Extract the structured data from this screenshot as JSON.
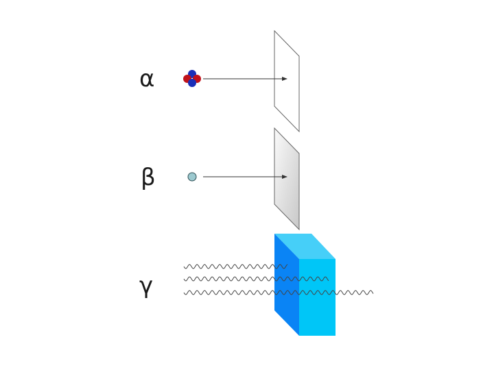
{
  "rows": [
    {
      "symbol": "α",
      "particle": "alpha-particle",
      "barrier": "paper-sheet"
    },
    {
      "symbol": "β",
      "particle": "beta-particle",
      "barrier": "metal-sheet"
    },
    {
      "symbol": "γ",
      "particle": "gamma-rays",
      "barrier": "thick-block"
    }
  ],
  "colors": {
    "proton": "#c0121a",
    "neutron": "#1a2fb8",
    "electron": "#9cc9cf",
    "block_front": "#0a84f5",
    "block_side": "#00c6f7",
    "block_top": "#46cff8",
    "paper": "#ffffff",
    "metal_light": "#fafafa",
    "metal_dark": "#c8c8c8",
    "outline": "#555555"
  }
}
